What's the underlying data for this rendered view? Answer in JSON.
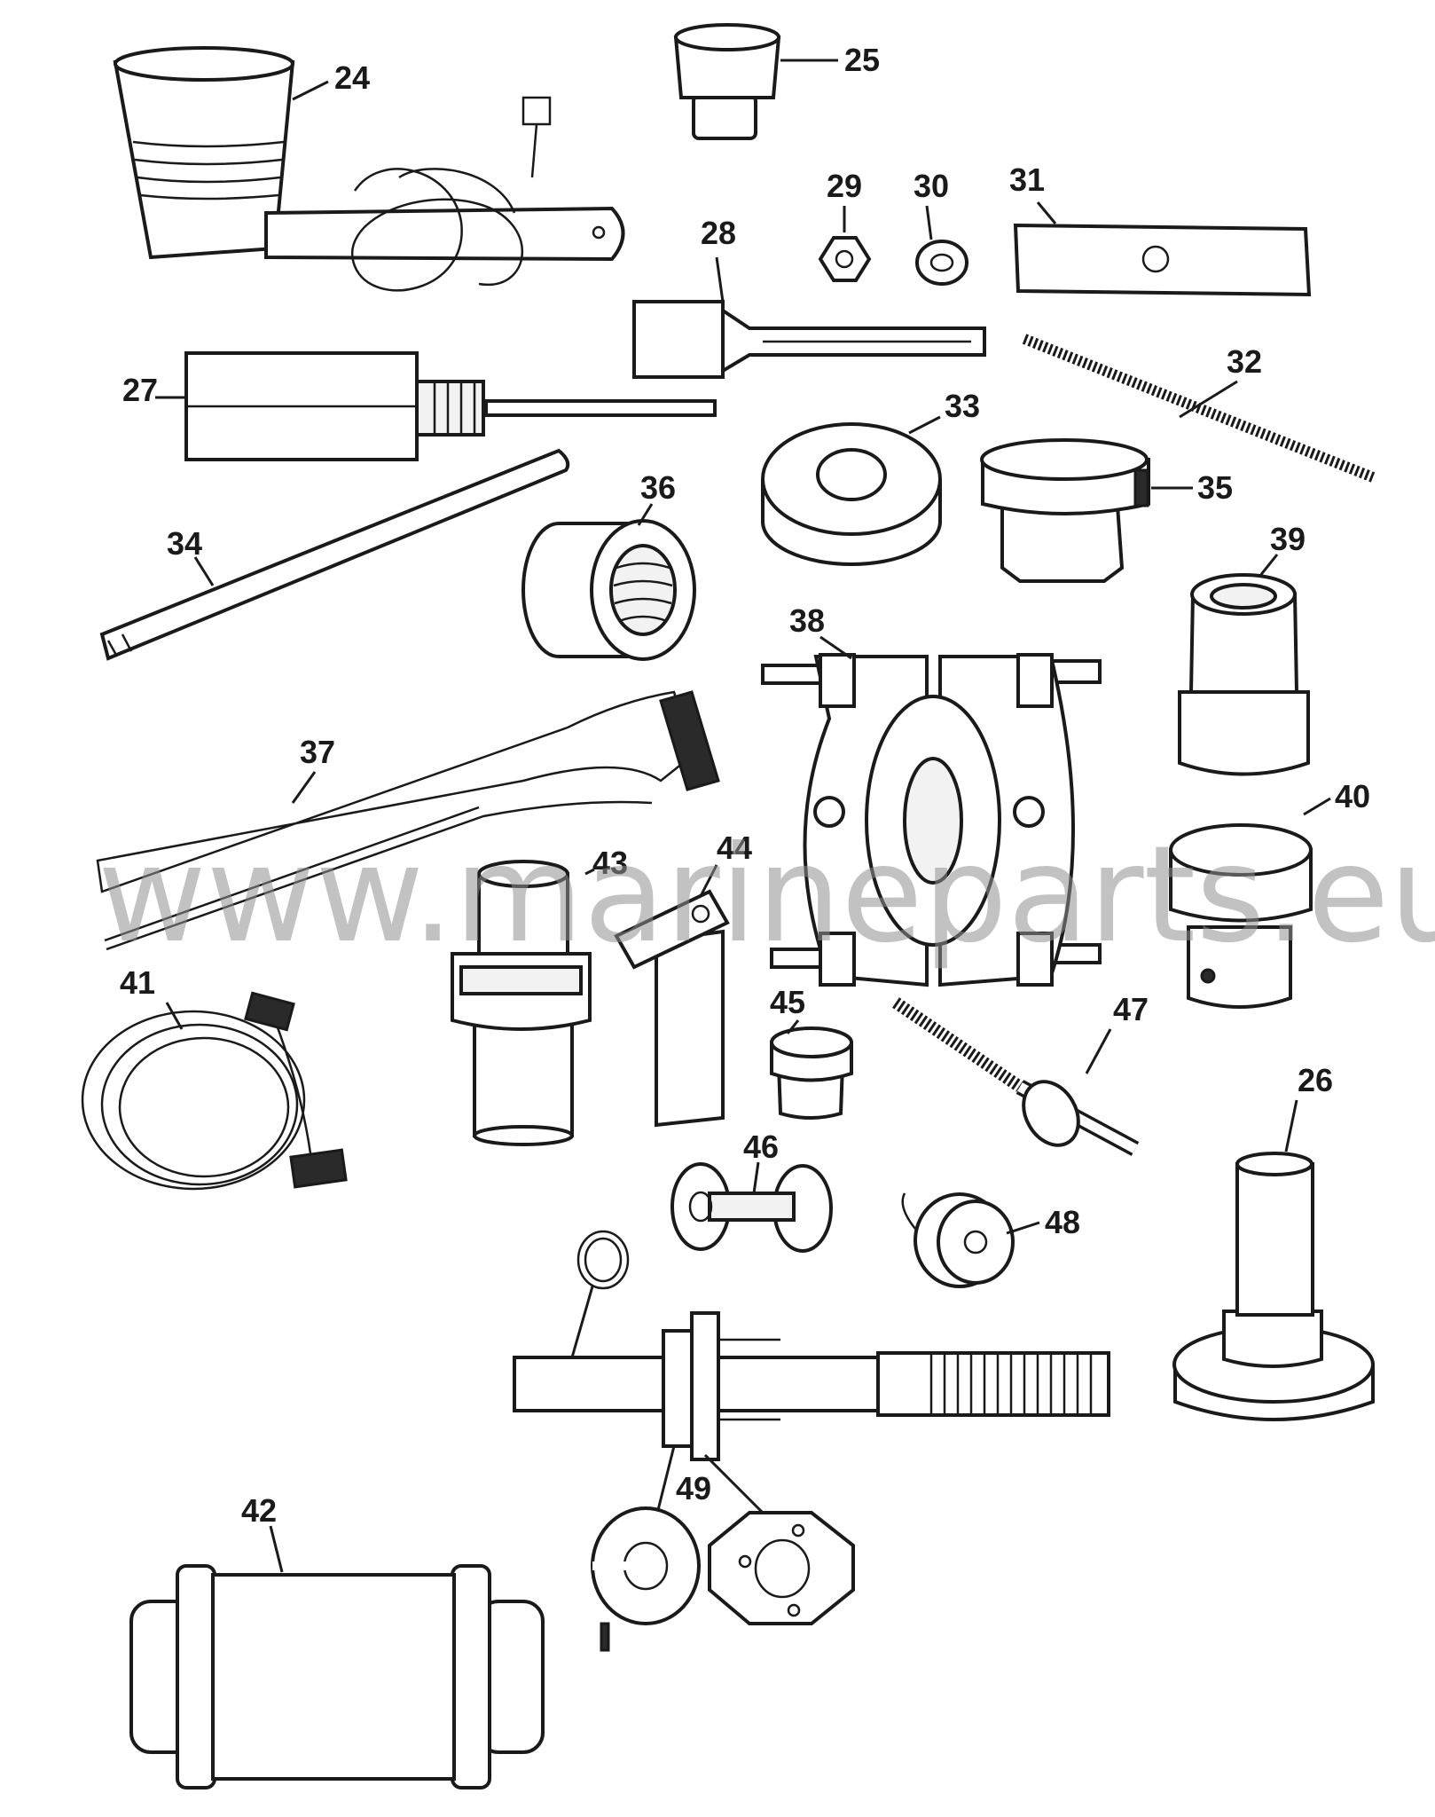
{
  "watermark": "www.marineparts.eu",
  "callouts": {
    "c24": "24",
    "c25": "25",
    "c26": "26",
    "c27": "27",
    "c28": "28",
    "c29": "29",
    "c30": "30",
    "c31": "31",
    "c32": "32",
    "c33": "33",
    "c34": "34",
    "c35": "35",
    "c36": "36",
    "c37": "37",
    "c38": "38",
    "c39": "39",
    "c40": "40",
    "c41": "41",
    "c42": "42",
    "c43": "43",
    "c44": "44",
    "c45": "45",
    "c46": "46",
    "c47": "47",
    "c48": "48",
    "c49": "49"
  },
  "icons": {
    "part24": "heat-gun-icon",
    "part25": "driver-tool-icon",
    "part26": "bearing-installer-icon",
    "part27": "puller-bolt-icon",
    "part28": "slotted-bar-icon",
    "part29": "hex-nut-icon",
    "part30": "washer-icon",
    "part31": "plate-icon",
    "part32": "threaded-rod-icon",
    "part33": "spacer-ring-icon",
    "part35": "installer-cup-icon",
    "part34": "driver-rod-icon",
    "part36": "threaded-sleeve-icon",
    "part37": "strap-wrench-icon",
    "part38": "bearing-separator-icon",
    "part39": "threaded-adapter-icon",
    "part40": "seal-driver-icon",
    "part41": "harness-cable-icon",
    "part42": "bearing-cup-tool-icon",
    "part43": "mandrel-icon",
    "part44": "retainer-tool-icon",
    "part45": "knurled-cap-icon",
    "part46": "spool-tool-icon",
    "part47": "stud-tool-icon",
    "part48": "gauge-disc-icon",
    "part49": "shimming-tool-icon"
  }
}
